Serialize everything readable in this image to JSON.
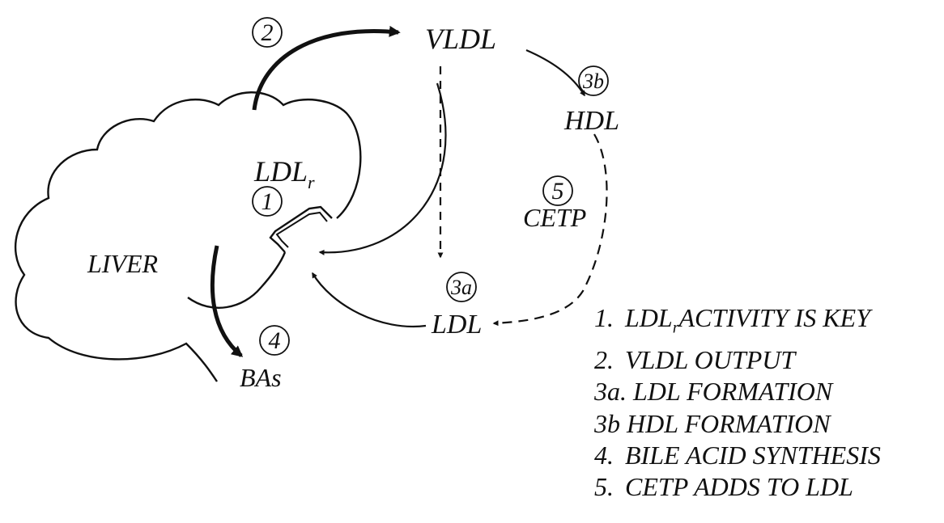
{
  "labels": {
    "vldl": "VLDL",
    "hdl": "HDL",
    "ldl": "LDL",
    "ldlr_base": "LDL",
    "ldlr_sub": "r",
    "liver": "LIVER",
    "cetp": "CETP",
    "bas": "BAs"
  },
  "markers": {
    "m1": "1",
    "m2": "2",
    "m3a": "3a",
    "m3b": "3b",
    "m4": "4",
    "m5": "5"
  },
  "legend": [
    {
      "key": "1.",
      "text_pre": "LDL",
      "text_sub": "r",
      "text_post": "ACTIVITY IS KEY"
    },
    {
      "key": "2.",
      "text_pre": "VLDL OUTPUT",
      "text_sub": "",
      "text_post": ""
    },
    {
      "key": "3a.",
      "text_pre": "LDL FORMATION",
      "text_sub": "",
      "text_post": ""
    },
    {
      "key": "3b",
      "text_pre": "HDL FORMATION",
      "text_sub": "",
      "text_post": ""
    },
    {
      "key": "4.",
      "text_pre": "BILE ACID SYNTHESIS",
      "text_sub": "",
      "text_post": ""
    },
    {
      "key": "5.",
      "text_pre": "CETP ADDS TO LDL",
      "text_sub": "",
      "text_post": ""
    }
  ]
}
